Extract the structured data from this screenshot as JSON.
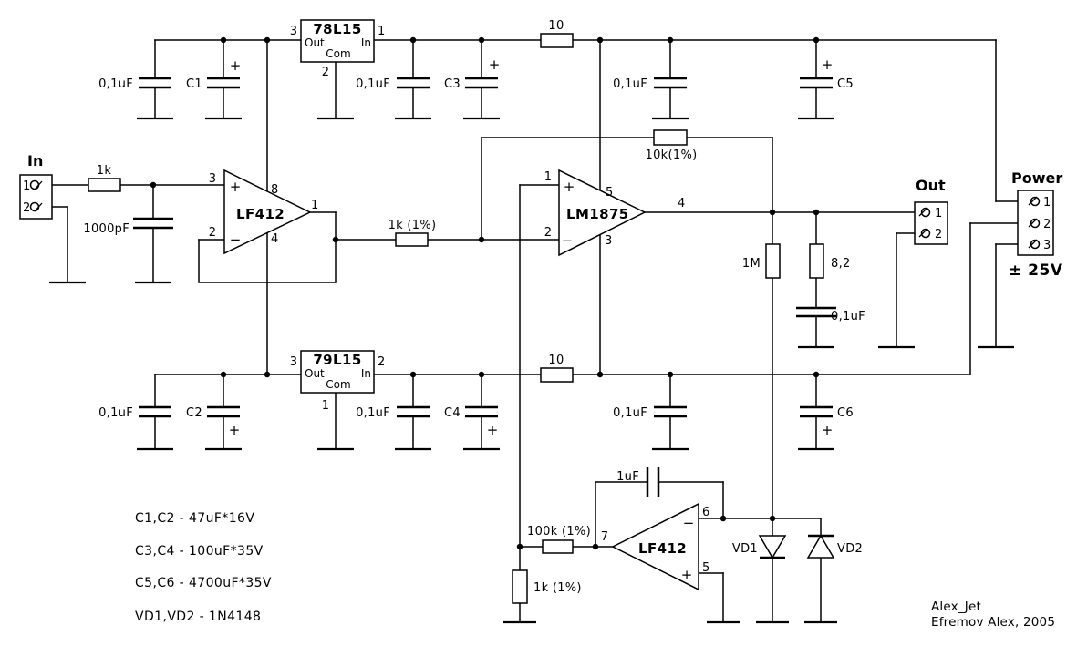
{
  "conn": {
    "in": {
      "label": "In",
      "p1": "1",
      "p2": "2"
    },
    "out": {
      "label": "Out",
      "p1": "1",
      "p2": "2"
    },
    "power": {
      "label": "Power",
      "p1": "1",
      "p2": "2",
      "p3": "3",
      "voltage": "± 25V"
    }
  },
  "reg78": {
    "name": "78L15",
    "out": "Out",
    "in": "In",
    "com": "Com",
    "pout": "3",
    "pin": "1",
    "pcom": "2"
  },
  "reg79": {
    "name": "79L15",
    "out": "Out",
    "in": "In",
    "com": "Com",
    "pout": "3",
    "pin": "2",
    "pcom": "1"
  },
  "op1": {
    "name": "LF412",
    "p_pos": "3",
    "p_neg": "2",
    "p_vp": "8",
    "p_vn": "4",
    "p_out": "1"
  },
  "op2": {
    "name": "LM1875",
    "p_pos": "1",
    "p_neg": "2",
    "p_vp": "5",
    "p_vn": "3",
    "p_out": "4"
  },
  "op3": {
    "name": "LF412",
    "p_out": "7",
    "p_neg": "6",
    "p_pos": "5"
  },
  "sym": {
    "plus": "+",
    "minus": "−"
  },
  "r": {
    "input": "1k",
    "gain": "1k (1%)",
    "fb": "10k(1%)",
    "rail_top": "10",
    "rail_bot": "10",
    "servo": "1M",
    "zobel": "8,2",
    "servo_in": "100k (1%)",
    "servo_gnd": "1k (1%)"
  },
  "c": {
    "input": "1000pF",
    "bypass": "0,1uF",
    "zobel": "0,1uF",
    "servo": "1uF",
    "c1": "C1",
    "c2": "C2",
    "c3": "C3",
    "c4": "C4",
    "c5": "C5",
    "c6": "C6"
  },
  "d": {
    "vd1": "VD1",
    "vd2": "VD2"
  },
  "legend": {
    "l1": "C1,C2 - 47uF*16V",
    "l2": "C3,C4 - 100uF*35V",
    "l3": "C5,C6 - 4700uF*35V",
    "l4": "VD1,VD2 - 1N4148"
  },
  "credits": {
    "l1": "Alex_Jet",
    "l2": "Efremov Alex, 2005"
  }
}
